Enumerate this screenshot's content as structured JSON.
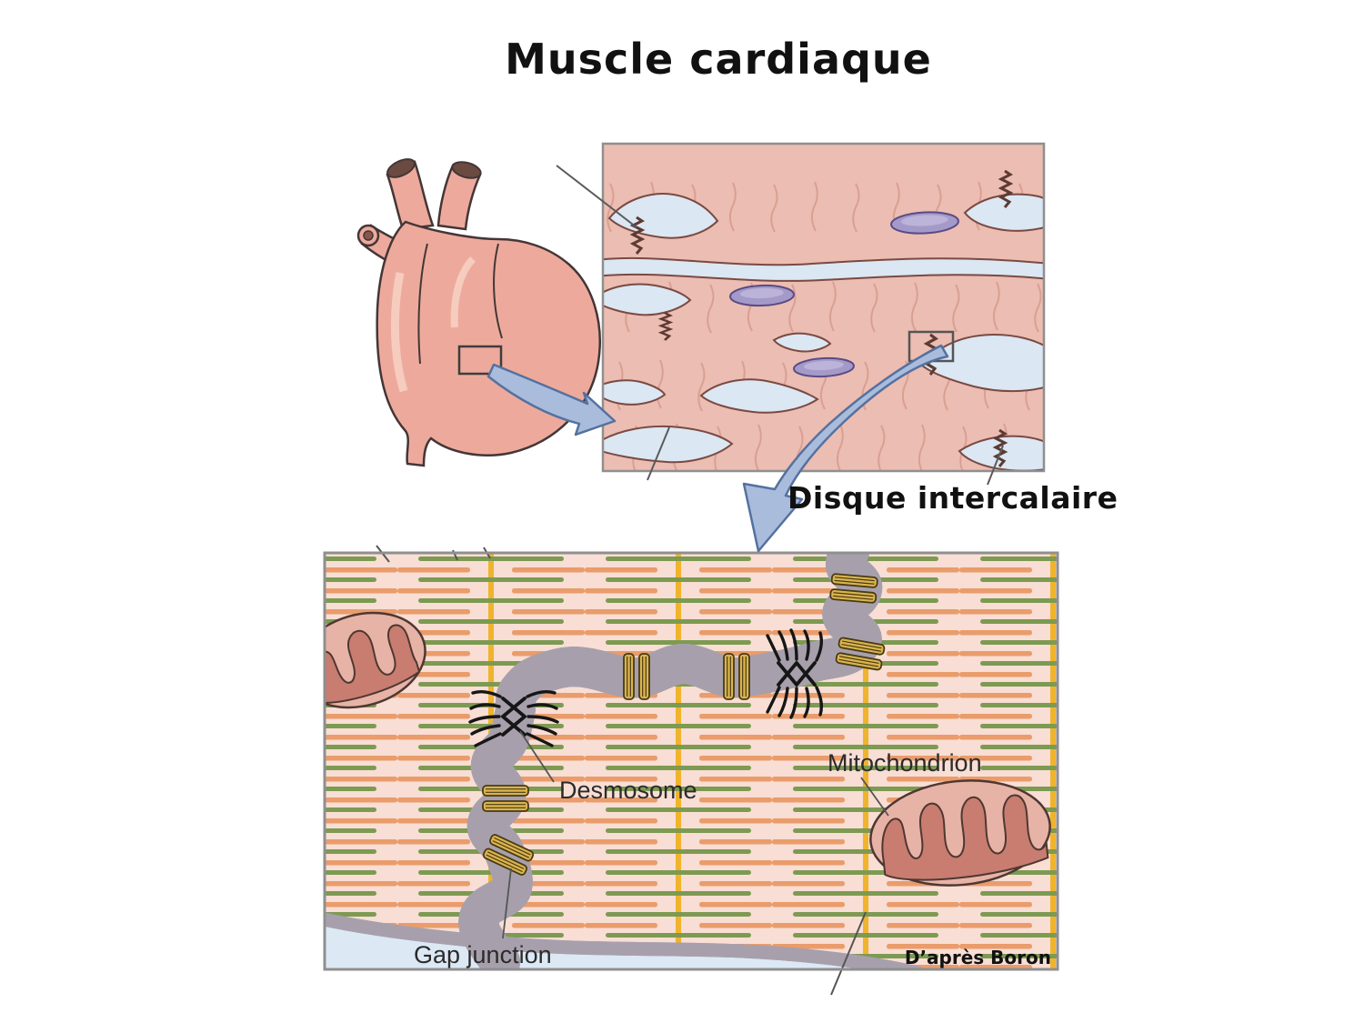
{
  "slide": {
    "title": "Muscle cardiaque",
    "labels": {
      "disque_intercalaire": "Disque intercalaire",
      "desmosome": "Desmosome",
      "mitochondrion": "Mitochondrion",
      "gap_junction": "Gap junction",
      "credit": "D’après Boron"
    },
    "colors": {
      "background": "#ffffff",
      "panel_blue": "#dbe7f3",
      "fiber_pink": "#ecbdb2",
      "fiber_outline": "#7a4a42",
      "striation_tick": "#d79a8d",
      "nucleus_purple": "#a49ac9",
      "heart_pink": "#edaa9c",
      "arrow_blue": "#a9bcdc",
      "disc_bg_pink": "#f8ded4",
      "filament_green": "#7d9a52",
      "filament_orange": "#ea9c6b",
      "z_line_yellow": "#f0b42c",
      "membrane_gray": "#a7a0ac",
      "intercellular_blue": "#d6e4f2",
      "gap_junction_gold": "#d9b44f",
      "mitochondrion_rose": "#c87d70"
    }
  }
}
